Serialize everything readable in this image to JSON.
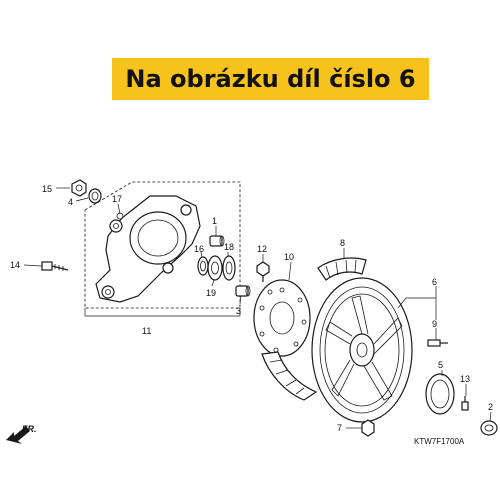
{
  "banner": {
    "text": "Na obrázku díl číslo 6",
    "color": "#f7c21b"
  },
  "labels": {
    "n1": "1",
    "n2": "2",
    "n3": "3",
    "n4": "4",
    "n5": "5",
    "n6": "6",
    "n7": "7",
    "n8": "8",
    "n9": "9",
    "n10": "10",
    "n11": "11",
    "n12": "12",
    "n13": "13",
    "n14": "14",
    "n15": "15",
    "n16": "16",
    "n17": "17",
    "n18": "18",
    "n19": "19"
  },
  "direction_label": "FR.",
  "diagram_code": "KTW7F1700A"
}
